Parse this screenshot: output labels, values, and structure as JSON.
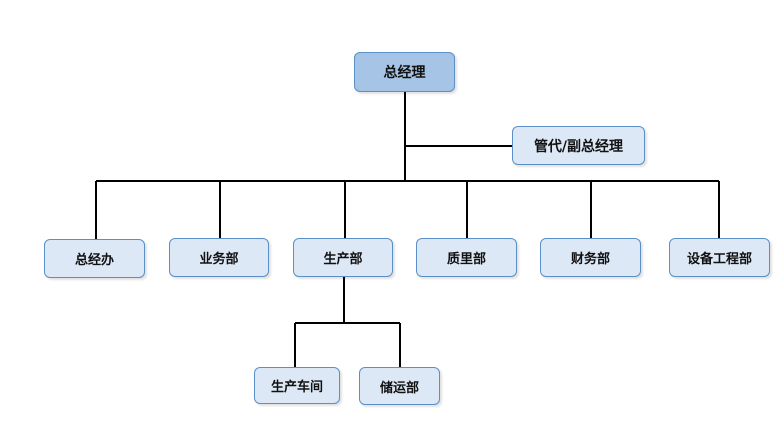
{
  "org_chart": {
    "ceo": "总经理",
    "deputy": "管代/副总经理",
    "departments": [
      "总经办",
      "业务部",
      "生产部",
      "质里部",
      "财务部",
      "设备工程部"
    ],
    "production_sub": [
      "生产车间",
      "储运部"
    ]
  },
  "colors": {
    "top_fill": "#a6c4e5",
    "box_fill": "#dce8f5",
    "box_border": "#5b8fc7",
    "line": "#000000"
  }
}
